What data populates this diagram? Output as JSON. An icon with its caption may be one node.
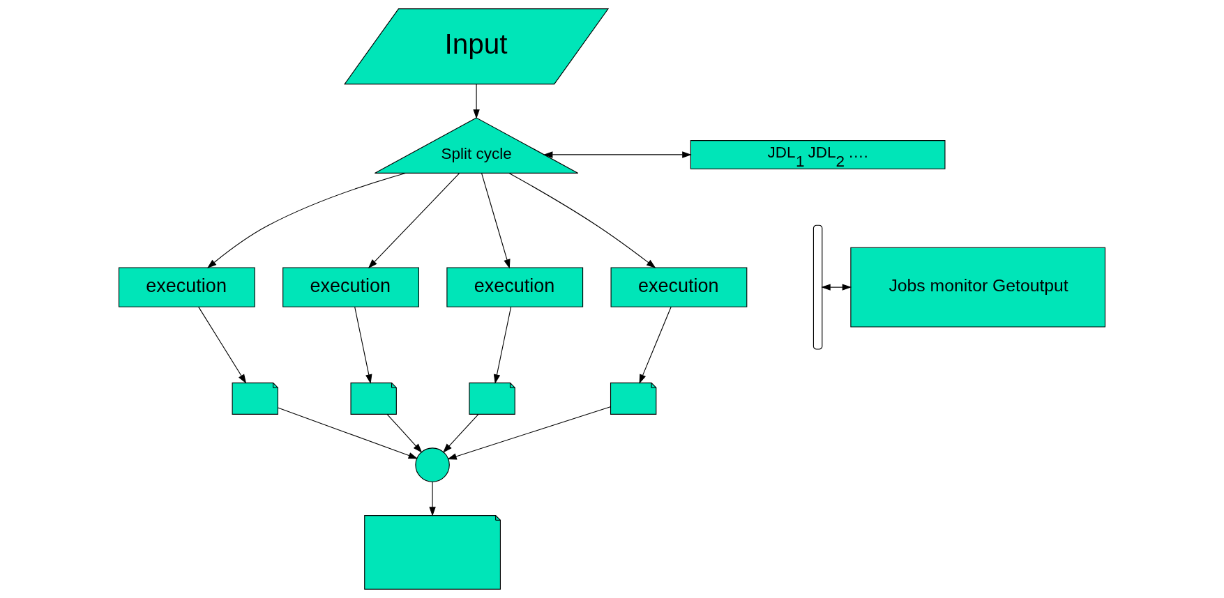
{
  "diagram": {
    "nodes": [
      {
        "text": [
          "Input"
        ]
      },
      {
        "text": [
          "Split cycle"
        ]
      },
      {
        "text": [
          "JDL$_{1}$ JDL$_{2}$ …."
        ]
      },
      {
        "text": [
          "execution"
        ]
      },
      {
        "text": [
          "execution"
        ]
      },
      {
        "text": [
          "execution"
        ]
      },
      {
        "text": [
          "execution"
        ]
      },
      {
        "text": [],
        "shape": "document"
      },
      {
        "text": [],
        "shape": "document"
      },
      {
        "text": [],
        "shape": "document"
      },
      {
        "text": [],
        "shape": "document"
      },
      {
        "text": [],
        "shape": "circle"
      },
      {
        "text": [],
        "shape": "document"
      },
      {
        "text": [],
        "shape": "bracket"
      },
      {
        "text": [
          "Jobs monitor Getoutput"
        ]
      }
    ],
    "edges": [
      {
        "from": 0,
        "to": 1,
        "arrow": "to"
      },
      {
        "from": 1,
        "to": 2,
        "arrow": "both"
      },
      {
        "from": 1,
        "to": 3,
        "arrow": "to"
      },
      {
        "from": 1,
        "to": 4,
        "arrow": "to"
      },
      {
        "from": 1,
        "to": 5,
        "arrow": "to"
      },
      {
        "from": 1,
        "to": 6,
        "arrow": "to"
      },
      {
        "from": 3,
        "to": 7,
        "arrow": "to"
      },
      {
        "from": 4,
        "to": 8,
        "arrow": "to"
      },
      {
        "from": 5,
        "to": 9,
        "arrow": "to"
      },
      {
        "from": 6,
        "to": 10,
        "arrow": "to"
      },
      {
        "from": 7,
        "to": 11,
        "arrow": "to"
      },
      {
        "from": 8,
        "to": 11,
        "arrow": "to"
      },
      {
        "from": 9,
        "to": 11,
        "arrow": "to"
      },
      {
        "from": 10,
        "to": 11,
        "arrow": "to"
      },
      {
        "from": 11,
        "to": 12,
        "arrow": "to"
      },
      {
        "from": 13,
        "to": 14,
        "arrow": "both"
      }
    ]
  }
}
